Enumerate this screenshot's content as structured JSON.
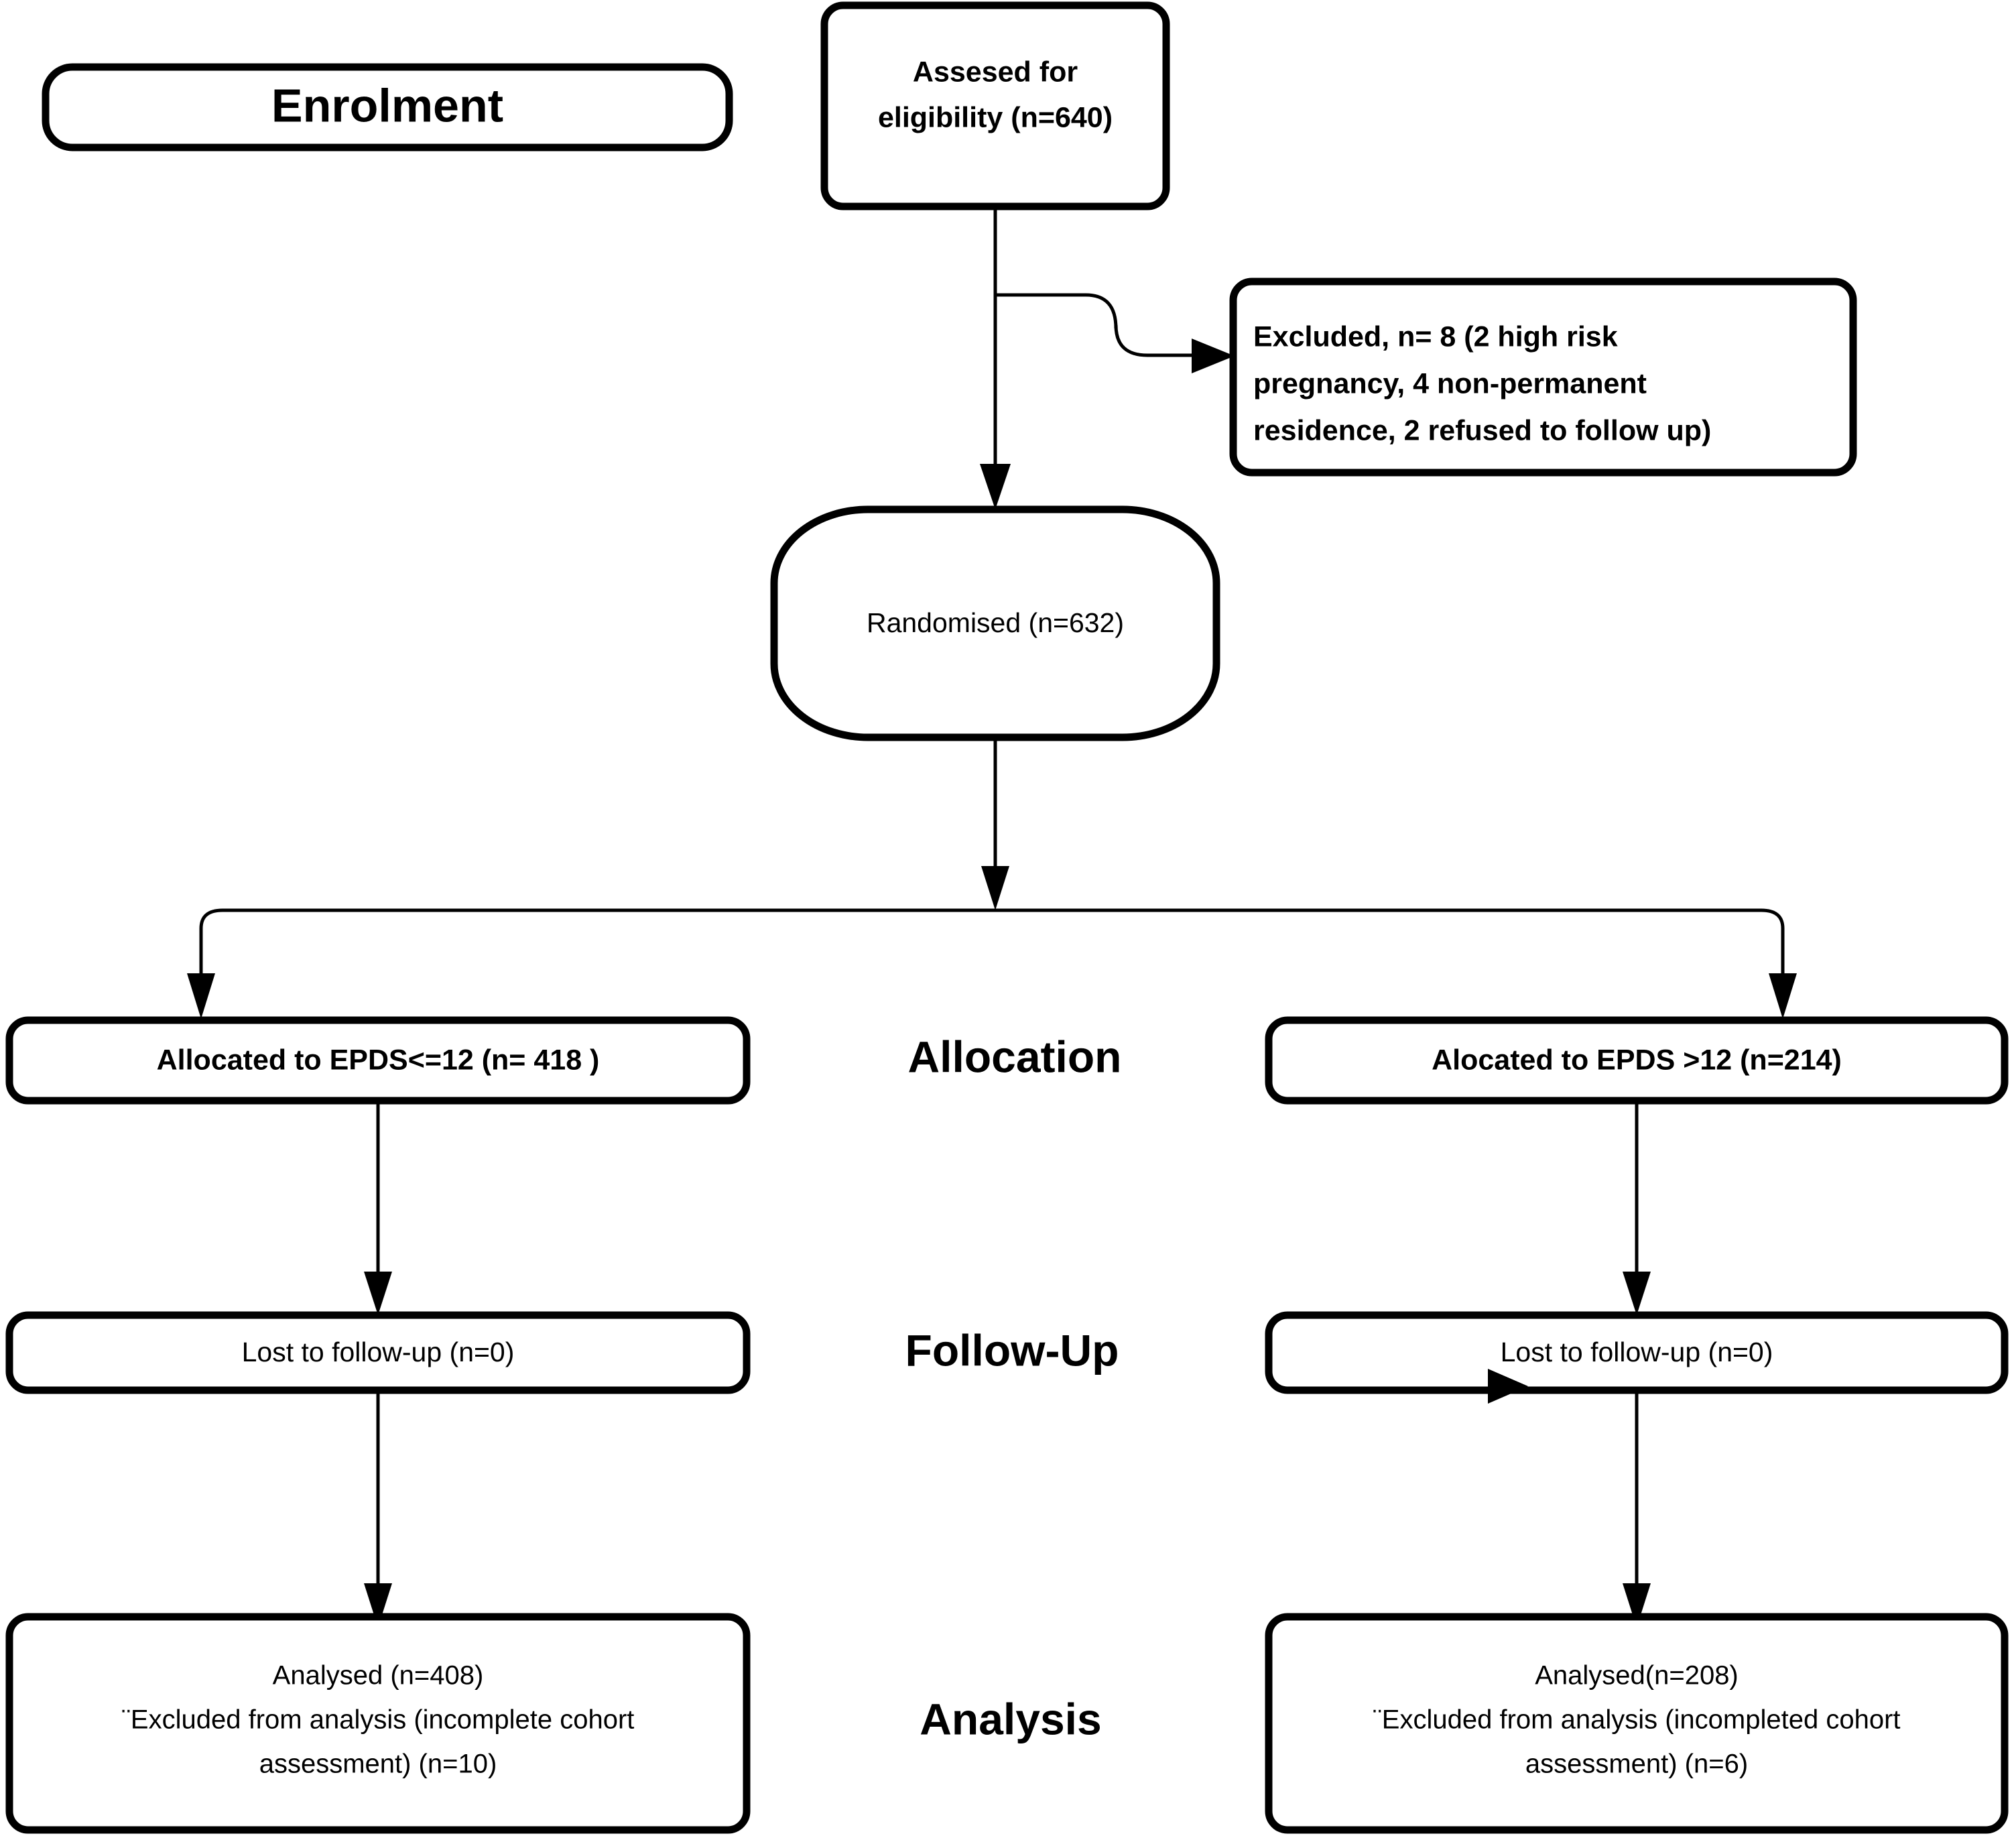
{
  "diagram": {
    "type": "consort-flow-diagram",
    "title": "CONSORT participant flow diagram",
    "background_color": "#ffffff",
    "line_color": "#000000",
    "stage_labels": [
      {
        "id": "enrolment",
        "label": "Enrolment",
        "boxed": true
      },
      {
        "id": "allocation",
        "label": "Allocation",
        "boxed": false
      },
      {
        "id": "follow-up",
        "label": "Follow-Up",
        "boxed": false
      },
      {
        "id": "analysis",
        "label": "Analysis",
        "boxed": false
      }
    ],
    "nodes": {
      "assessed": {
        "id": "assessed-for-eligibility",
        "lines": [
          "Assesed for",
          "eligibility (n=640)"
        ],
        "bold": true,
        "shape": "rounded-rect"
      },
      "excluded": {
        "id": "excluded",
        "lines": [
          "Excluded, n= 8 (2 high risk",
          "pregnancy, 4 non-permanent",
          "residence, 2 refused to follow up)"
        ],
        "bold": true,
        "shape": "rounded-rect",
        "align": "left"
      },
      "randomised": {
        "id": "randomised",
        "lines": [
          "Randomised (n=632)"
        ],
        "bold": false,
        "shape": "stadium"
      },
      "allocated_left": {
        "id": "allocated-epds-le-12",
        "lines": [
          "Allocated to EPDS<=12 (n= 418 )"
        ],
        "bold": true,
        "shape": "rounded-rect"
      },
      "allocated_right": {
        "id": "allocated-epds-gt-12",
        "lines": [
          "Alocated to EPDS >12 (n=214)"
        ],
        "bold": true,
        "shape": "rounded-rect"
      },
      "lost_left": {
        "id": "lost-to-follow-up-left",
        "lines": [
          "Lost to follow-up (n=0)"
        ],
        "bold": false,
        "shape": "rounded-rect"
      },
      "lost_right": {
        "id": "lost-to-follow-up-right",
        "lines": [
          "Lost to follow-up (n=0)"
        ],
        "bold": false,
        "shape": "rounded-rect"
      },
      "analysed_left": {
        "id": "analysed-left",
        "lines": [
          "Analysed  (n=408)",
          "¨Excluded from analysis (incomplete cohort",
          "assessment) (n=10)"
        ],
        "bold": false,
        "shape": "rounded-rect"
      },
      "analysed_right": {
        "id": "analysed-right",
        "lines": [
          "Analysed(n=208)",
          "¨Excluded from analysis (incompleted cohort",
          "assessment) (n=6)"
        ],
        "bold": false,
        "shape": "rounded-rect"
      }
    },
    "counts": {
      "assessed_n": 640,
      "excluded_n": 8,
      "excluded_high_risk_pregnancy": 2,
      "excluded_non_permanent_residence": 4,
      "excluded_refused_follow_up": 2,
      "randomised_n": 632,
      "allocated_left_n": 418,
      "allocated_right_n": 214,
      "lost_left_n": 0,
      "lost_right_n": 0,
      "analysed_left_n": 408,
      "analysed_left_excluded_n": 10,
      "analysed_right_n": 208,
      "analysed_right_excluded_n": 6
    }
  }
}
